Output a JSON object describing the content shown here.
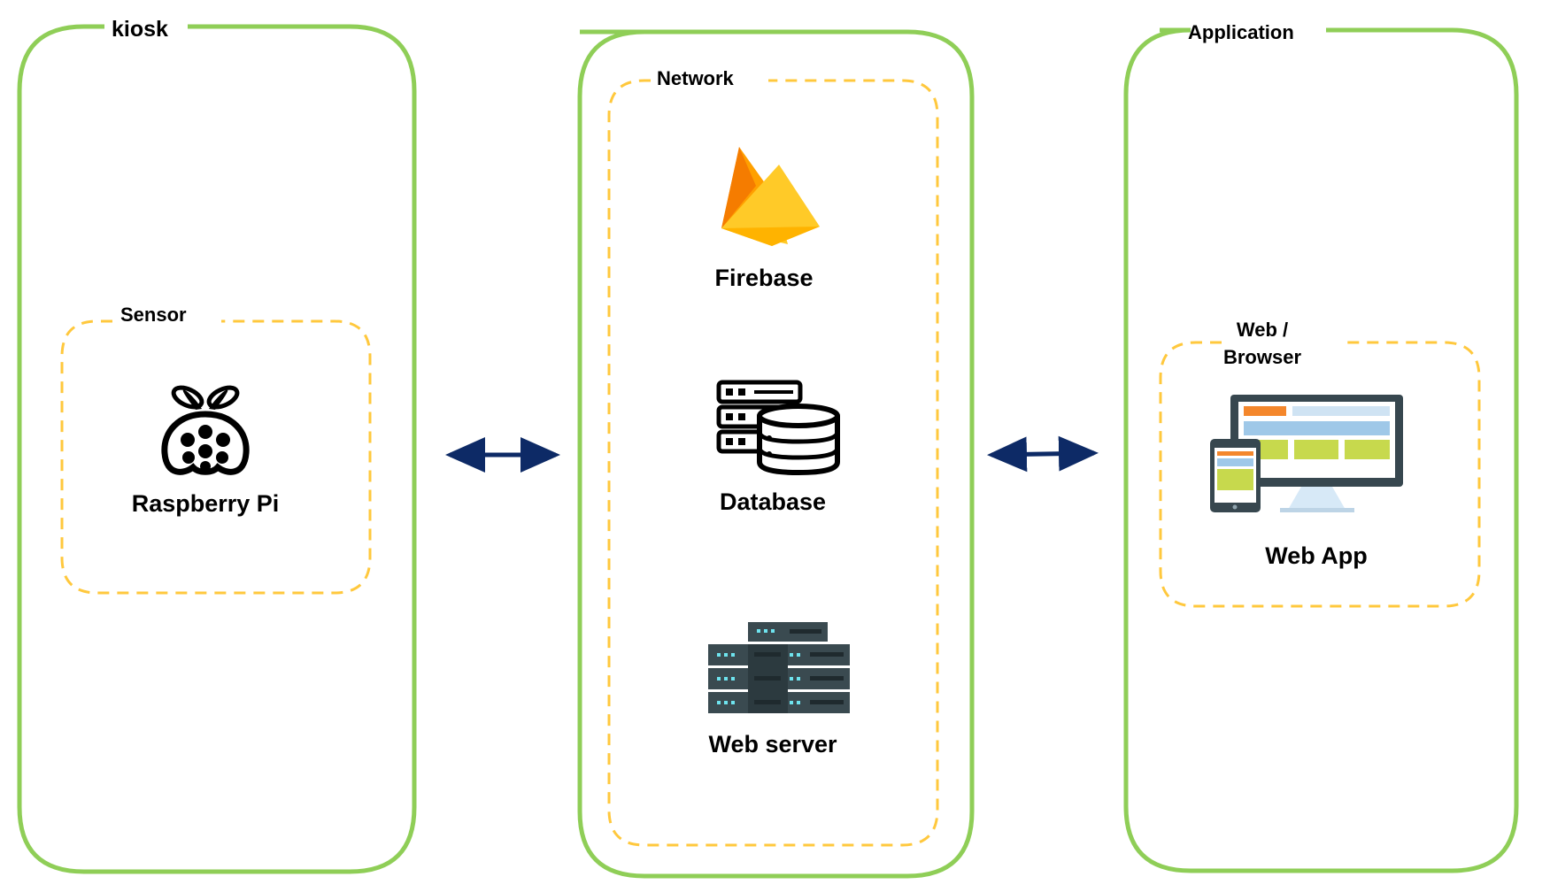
{
  "colors": {
    "panel_border": "#8fce57",
    "inner_border": "#ffc83d",
    "arrow": "#0d2a66",
    "text": "#000000"
  },
  "panels": {
    "kiosk": {
      "title": "kiosk",
      "group_label": "Sensor",
      "item": {
        "label": "Raspberry Pi",
        "icon": "raspberry-pi-icon"
      }
    },
    "network": {
      "title": "Network",
      "items": [
        {
          "label": "Firebase",
          "icon": "firebase-icon"
        },
        {
          "label": "Database",
          "icon": "database-icon"
        },
        {
          "label": "Web server",
          "icon": "server-rack-icon"
        }
      ]
    },
    "application": {
      "title": "Application",
      "group_label_line1": "Web /",
      "group_label_line2": "Browser",
      "item": {
        "label": "Web App",
        "icon": "web-app-icon"
      }
    }
  },
  "connections": [
    {
      "from": "kiosk",
      "to": "network",
      "type": "bidirectional"
    },
    {
      "from": "network",
      "to": "application",
      "type": "bidirectional"
    }
  ]
}
